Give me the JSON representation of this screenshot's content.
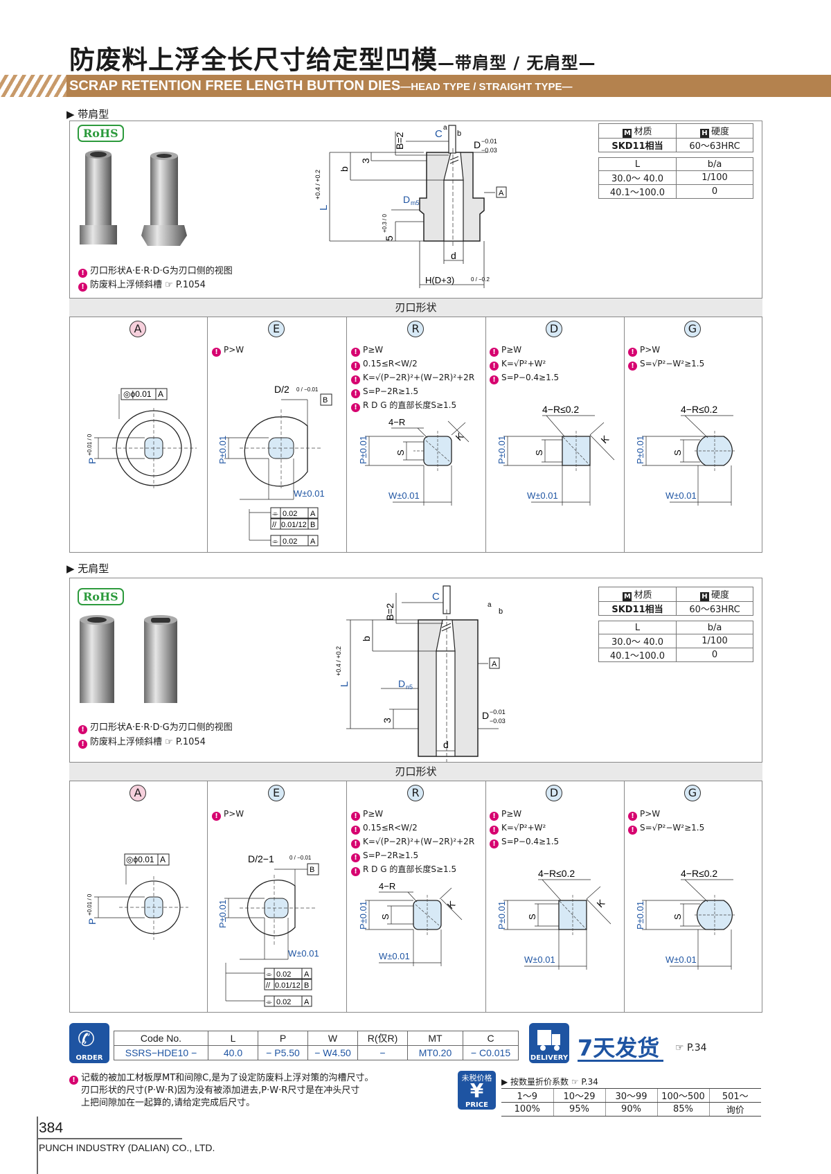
{
  "title": {
    "main": "防废料上浮全长尺寸给定型凹模",
    "sub": "—带肩型 / 无肩型—"
  },
  "banner": {
    "en_main": "SCRAP RETENTION FREE LENGTH BUTTON DIES",
    "en_sub": "—HEAD TYPE / STRAIGHT TYPE—"
  },
  "section1": {
    "label": "▶ 带肩型",
    "rohs": "RoHS",
    "notes": [
      "刃口形状A·E·R·D·G为刃口侧的视图",
      "防废料上浮倾斜槽 ☞ P.1054"
    ],
    "material": {
      "m_label": "材质",
      "h_label": "硬度",
      "m_value": "SKD11相当",
      "h_value": "60～63HRC",
      "l_header": "L",
      "ba_header": "b/a",
      "rows": [
        {
          "l": "30.0～ 40.0",
          "ba": "1/100"
        },
        {
          "l": "40.1～100.0",
          "ba": "0"
        }
      ]
    },
    "drawing": {
      "b2": "B=2",
      "c": "C",
      "a": "a",
      "b_arrow": "b",
      "d_tol": "D",
      "d_tol_sup": "−0.01",
      "d_tol_sub": "−0.03",
      "b": "b",
      "three": "3",
      "l": "L",
      "l_tol": "+0.4 / +0.2",
      "dm5": "D",
      "dm5_sub": "m5",
      "five": "5",
      "five_tol": "+0.3 / 0",
      "a_ref": "A",
      "d_small": "d",
      "h": "H(D+3)",
      "h_tol": "0 / −0.2"
    },
    "shape_header": "刃口形状"
  },
  "section2": {
    "label": "▶ 无肩型",
    "rohs": "RoHS",
    "notes": [
      "刃口形状A·E·R·D·G为刃口侧的视图",
      "防废料上浮倾斜槽 ☞ P.1054"
    ],
    "material": {
      "m_label": "材质",
      "h_label": "硬度",
      "m_value": "SKD11相当",
      "h_value": "60～63HRC",
      "l_header": "L",
      "ba_header": "b/a",
      "rows": [
        {
          "l": "30.0～ 40.0",
          "ba": "1/100"
        },
        {
          "l": "40.1～100.0",
          "ba": "0"
        }
      ]
    },
    "drawing": {
      "b2": "B=2",
      "c": "C",
      "a": "a",
      "b_arrow": "b",
      "b": "b",
      "l": "L",
      "l_tol": "+0.4 / +0.2",
      "dn5": "D",
      "dn5_sub": "n5",
      "a_ref": "A",
      "three": "3",
      "d_tol": "D",
      "d_tol_sup": "−0.01",
      "d_tol_sub": "−0.03",
      "d_small": "d"
    },
    "shape_header": "刃口形状"
  },
  "columns": [
    {
      "letter": "A",
      "formulas": []
    },
    {
      "letter": "E",
      "formulas": [
        "P>W"
      ]
    },
    {
      "letter": "R",
      "formulas": [
        "P≥W",
        "0.15≤R<W/2",
        "K=√(P−2R)²+(W−2R)²+2R",
        "S=P−2R≥1.5",
        "R D G 的直部长度S≥1.5"
      ]
    },
    {
      "letter": "D",
      "formulas": [
        "P≥W",
        "K=√P²+W²",
        "S=P−0.4≥1.5"
      ]
    },
    {
      "letter": "G",
      "formulas": [
        "P>W",
        "S=√P²−W²≥1.5"
      ]
    }
  ],
  "shape_labels": {
    "conc": "◎ϕ0.01 A",
    "p_a": "P",
    "p_a_tol": "+0.01 / 0",
    "p": "P±0.01",
    "w": "W±0.01",
    "s": "S",
    "d2_1": "D/2",
    "d2_1_tol": "0 / −0.01",
    "d2_2": "D/2−1",
    "d2_2_tol": "0 / −0.01",
    "b_ref": "B",
    "sym1": "0.02",
    "par": "0.01/12",
    "sym2": "0.02",
    "ref_a": "A",
    "ref_b": "B",
    "r4": "4−R",
    "r02": "4−R≤0.2",
    "k": "K"
  },
  "order": {
    "icon_label": "ORDER",
    "headers": [
      "Code No.",
      "L",
      "P",
      "W",
      "R(仅R)",
      "MT",
      "C"
    ],
    "values": [
      "SSRS−HDE10 −",
      "40.0",
      "− P5.50",
      "− W4.50",
      "−",
      "MT0.20",
      "− C0.015"
    ]
  },
  "delivery": {
    "icon_label": "DELIVERY",
    "text": "7天发货",
    "ref": "☞ P.34"
  },
  "footnote": [
    "记载的被加工材板厚MT和间隙C,是为了设定防废料上浮对策的沟槽尺寸。",
    "刃口形状的尺寸(P·W·R)因为没有被添加进去,P·W·R尺寸是在冲头尺寸",
    "上把间隙加在一起算的,请给定完成后尺寸。"
  ],
  "price": {
    "icon_top": "未税价格",
    "icon_label": "PRICE",
    "title": "▶ 按数量折价系数 ☞ P.34",
    "qty": [
      "1～9",
      "10～29",
      "30～99",
      "100～500",
      "501～"
    ],
    "rate": [
      "100%",
      "95%",
      "90%",
      "85%",
      "询价"
    ]
  },
  "footer": {
    "page": "384",
    "company": "PUNCH INDUSTRY (DALIAN) CO., LTD."
  },
  "colors": {
    "accent": "#1e54a2",
    "banner": "#b4824e",
    "rohs": "#2c9a3c",
    "warning": "#d6006f"
  }
}
